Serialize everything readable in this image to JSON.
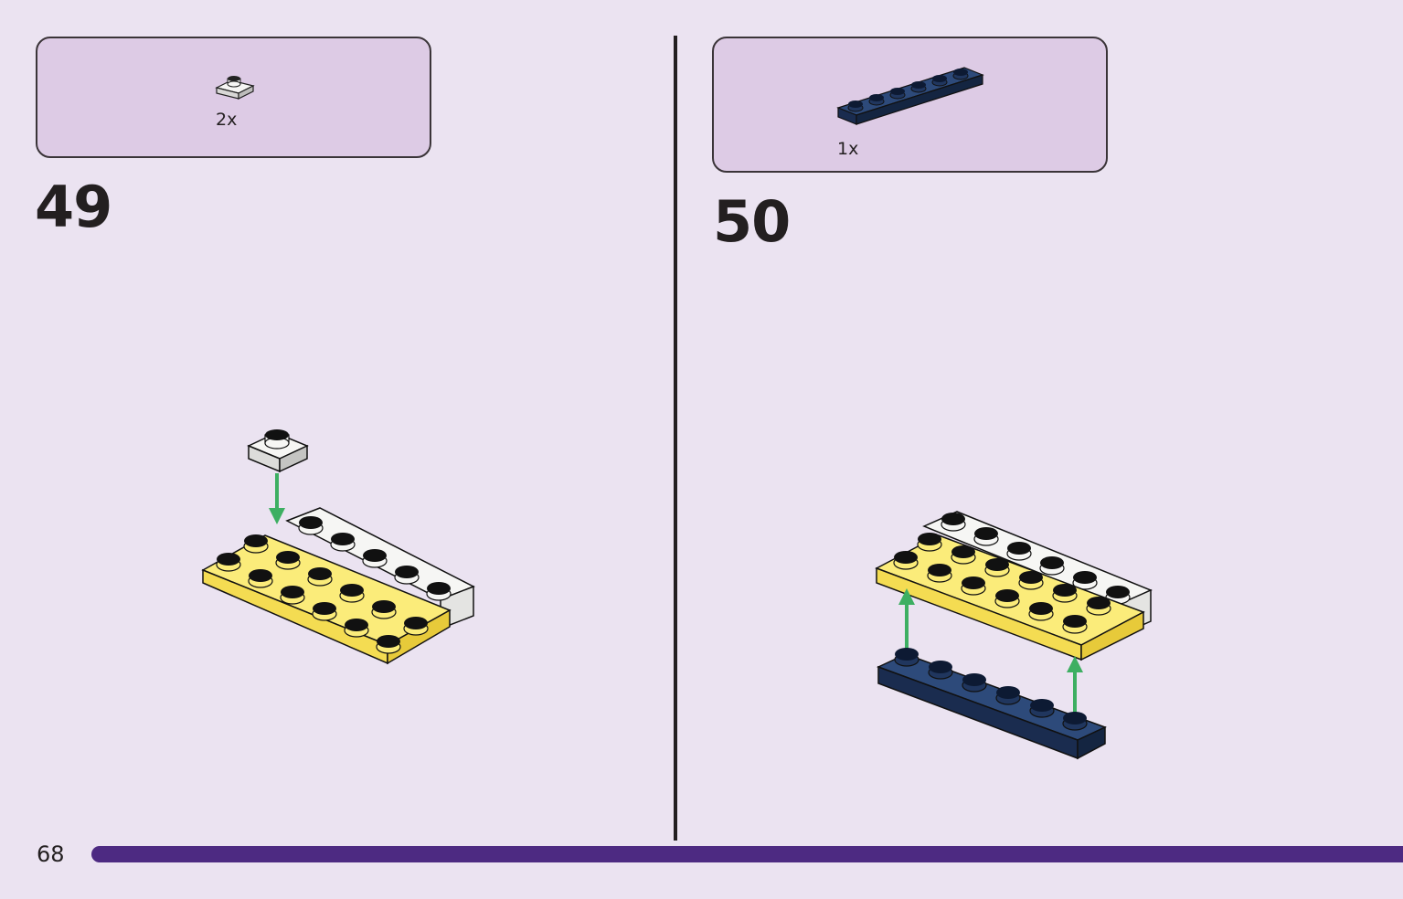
{
  "page": {
    "number": "68"
  },
  "steps": [
    {
      "number": "49",
      "parts": [
        {
          "color": "white",
          "shape": "plate-1x1",
          "qty": "2x"
        }
      ]
    },
    {
      "number": "50",
      "parts": [
        {
          "color": "dark-blue",
          "shape": "plate-1x6",
          "qty": "1x"
        }
      ]
    }
  ],
  "colors": {
    "background": "#ebe3f1",
    "parts_box": "#ddcbe5",
    "progress_bar": "#4d2a82",
    "brick_yellow": "#fbec7a",
    "brick_white": "#f6f6f4",
    "brick_dark_blue": "#20365e",
    "arrow_green": "#3daf62"
  },
  "icons": [
    "white-plate-1x1-icon",
    "dark-blue-plate-1x6-icon",
    "green-arrow-icon"
  ]
}
